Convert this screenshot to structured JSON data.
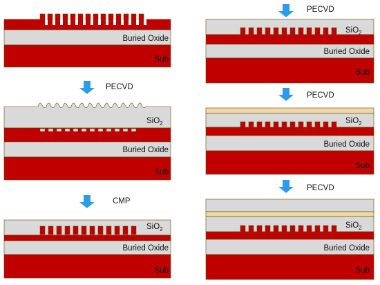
{
  "labels": {
    "buried_oxide": "Buried Oxide",
    "sub": "Sub",
    "sio2_base": "SiO",
    "sio2_sub": "2"
  },
  "steps": {
    "left_1": "PECVD",
    "left_2": "CMP",
    "right_0": "PECVD",
    "right_1": "PECVD",
    "right_2": "PECVD"
  },
  "colors": {
    "silicon": "#c00000",
    "oxide": "#d9d9d9",
    "substrate": "#c00000",
    "outline": "#5a4a00",
    "arrow": "#2e9be6",
    "tan_layer": "#f1d6a8",
    "white": "#ffffff"
  },
  "icons": {
    "step_arrow": "down-arrow-icon"
  }
}
